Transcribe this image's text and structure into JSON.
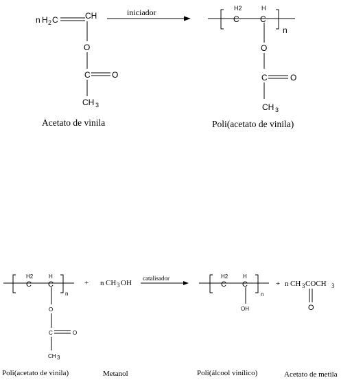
{
  "reaction1": {
    "reactant": {
      "coef": "n",
      "ch2": "H",
      "ch2_sub": "2",
      "ch2_c": "C",
      "ch": "CH",
      "o": "O",
      "c": "C",
      "o2": "O",
      "ch3": "CH",
      "ch3_sub": "3",
      "name": "Acetato de vinila"
    },
    "arrow_label": "iniciador",
    "product": {
      "h2": "H2",
      "c1": "C",
      "h": "H",
      "c2": "C",
      "n": "n",
      "o": "O",
      "c": "C",
      "o2": "O",
      "ch3": "CH",
      "ch3_sub": "3",
      "name": "Poli(acetato de vinila)"
    }
  },
  "reaction2": {
    "reactant1": {
      "h2": "H2",
      "c1": "C",
      "h": "H",
      "c2": "C",
      "n": "n",
      "o": "O",
      "c": "C",
      "o2": "O",
      "ch3": "CH",
      "ch3_sub": "3",
      "name": "Poli(acetato de vinila)"
    },
    "plus1": "+",
    "reactant2": {
      "coef": "n",
      "formula_a": "CH",
      "formula_sub": "3",
      "formula_b": "OH",
      "name": "Metanol"
    },
    "arrow_label": "catalisador",
    "product1": {
      "h2": "H2",
      "c1": "C",
      "h": "H",
      "c2": "C",
      "n": "n",
      "oh": "OH",
      "name": "Poli(álcool vinílico)"
    },
    "plus2": "+",
    "product2": {
      "coef": "n",
      "f1": "CH",
      "f1_sub": "3",
      "f2": "COCH",
      "f2_sub": "3",
      "o": "O",
      "name": "Acetato de metila"
    }
  }
}
